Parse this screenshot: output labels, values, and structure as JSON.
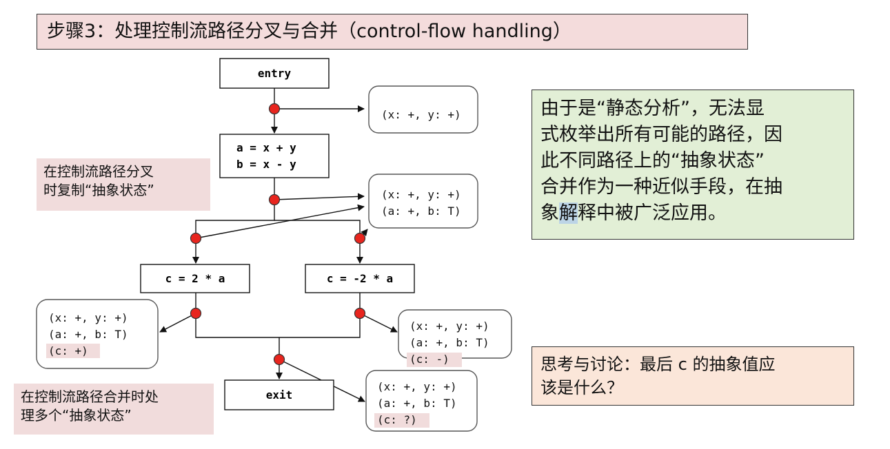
{
  "title": "步骤3：处理控制流路径分叉与合并（control-flow handling）",
  "nodes": {
    "entry": "entry",
    "assign_line1": "a = x + y",
    "assign_line2": "b = x - y",
    "left": "c = 2 * a",
    "right": "c = -2 * a",
    "exit": "exit"
  },
  "states": {
    "s1": [
      "(x: +, y: +)"
    ],
    "s2": [
      "(x: +, y: +)",
      "(a: +, b: T)"
    ],
    "s3": [
      "(x: +, y: +)",
      "(a: +, b: T)",
      "(c: +)"
    ],
    "s4": [
      "(x: +, y: +)",
      "(a: +, b: T)",
      "(c: -)"
    ],
    "s5": [
      "(x: +, y: +)",
      "(a: +, b: T)",
      "(c: ?)"
    ]
  },
  "notes": {
    "fork_line1": "在控制流路径分叉",
    "fork_line2": "时复制“抽象状态”",
    "merge_line1": "在控制流路径合并时处",
    "merge_line2": "理多个“抽象状态”",
    "green_line1": "由于是“静态分析”，无法显",
    "green_line2": "式枚举出所有可能的路径，因",
    "green_line3": "此不同路径上的“抽象状态”",
    "green_line4": "合并作为一种近似手段，在抽",
    "green_line5_a": "象",
    "green_line5_b": "解",
    "green_line5_c": "释中被广泛应用。",
    "question_line1": "思考与讨论：最后 c 的抽象值应",
    "question_line2": "该是什么？"
  },
  "colors": {
    "title_bg": "#f4dcdc",
    "dot": "#e8251e",
    "green_bg": "#e2efd6",
    "peach_bg": "#fbe6d9",
    "highlight": "#f1dcdc"
  }
}
